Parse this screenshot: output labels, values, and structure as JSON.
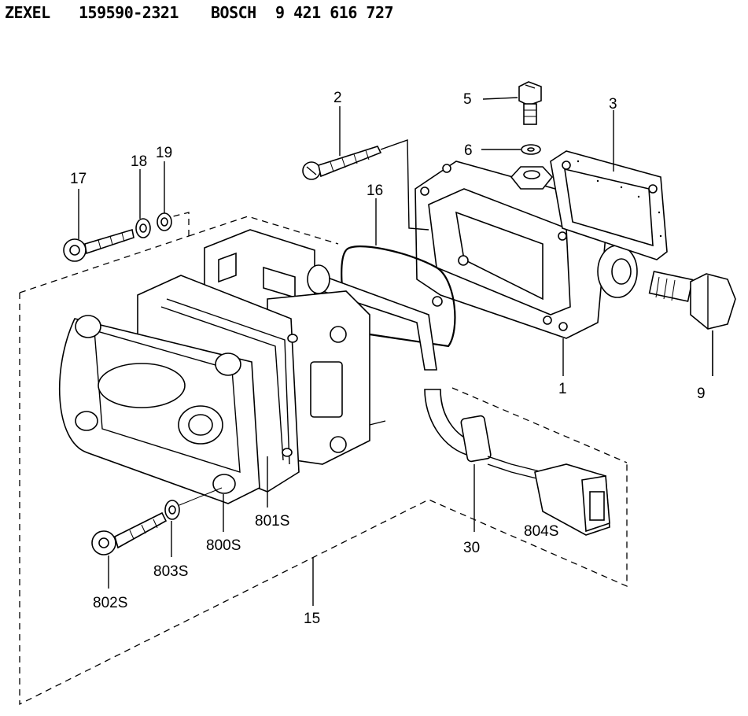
{
  "header": {
    "brand1": "ZEXEL",
    "part1": "159590-2321",
    "brand2": "BOSCH",
    "part2": "9 421 616 727"
  },
  "labels": {
    "p1": "1",
    "p2": "2",
    "p3": "3",
    "p5": "5",
    "p6": "6",
    "p9": "9",
    "p15": "15",
    "p16": "16",
    "p17": "17",
    "p18": "18",
    "p19": "19",
    "p30": "30",
    "p800s": "800S",
    "p801s": "801S",
    "p802s": "802S",
    "p803s": "803S",
    "p804s": "804S"
  }
}
